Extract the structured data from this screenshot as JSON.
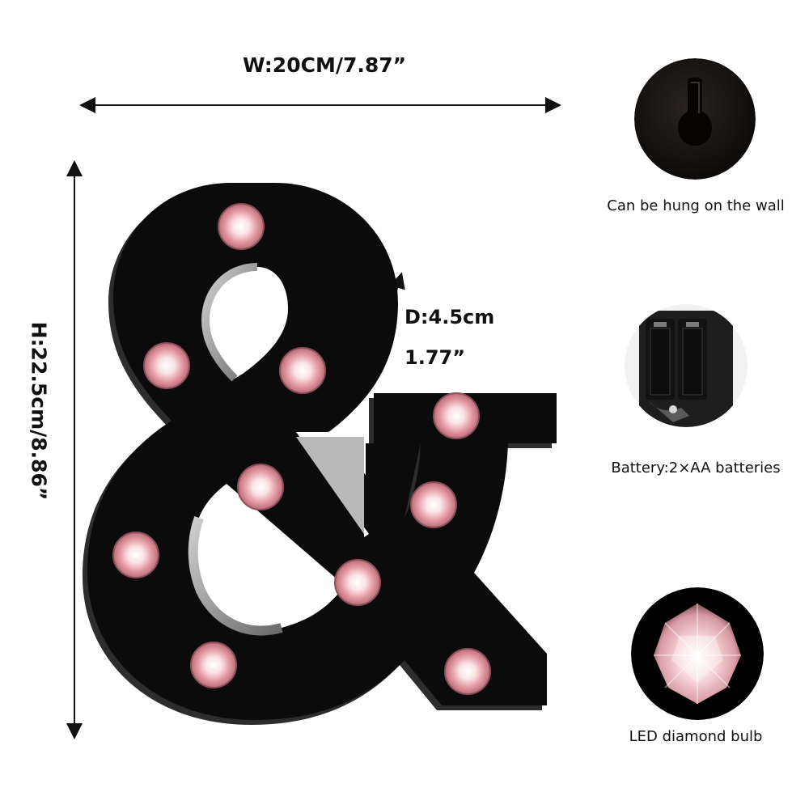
{
  "dimensions": {
    "width": "W:20CM/7.87”",
    "height": "H:22.5cm/8.86”",
    "depth_line1": "D:4.5cm",
    "depth_line2": "1.77”"
  },
  "features": [
    {
      "caption": "Can be hung on the wall",
      "icon": "wall-hook-photo"
    },
    {
      "caption": "Battery:2×AA batteries",
      "icon": "battery-compartment-photo"
    },
    {
      "caption": "LED diamond bulb",
      "icon": "led-bulb-photo"
    }
  ],
  "colors": {
    "letter": "#0b0b0b",
    "letter_edge": "#3a3a3a",
    "bulb": "#e9a7ae",
    "bulb_core": "#ffffff"
  }
}
